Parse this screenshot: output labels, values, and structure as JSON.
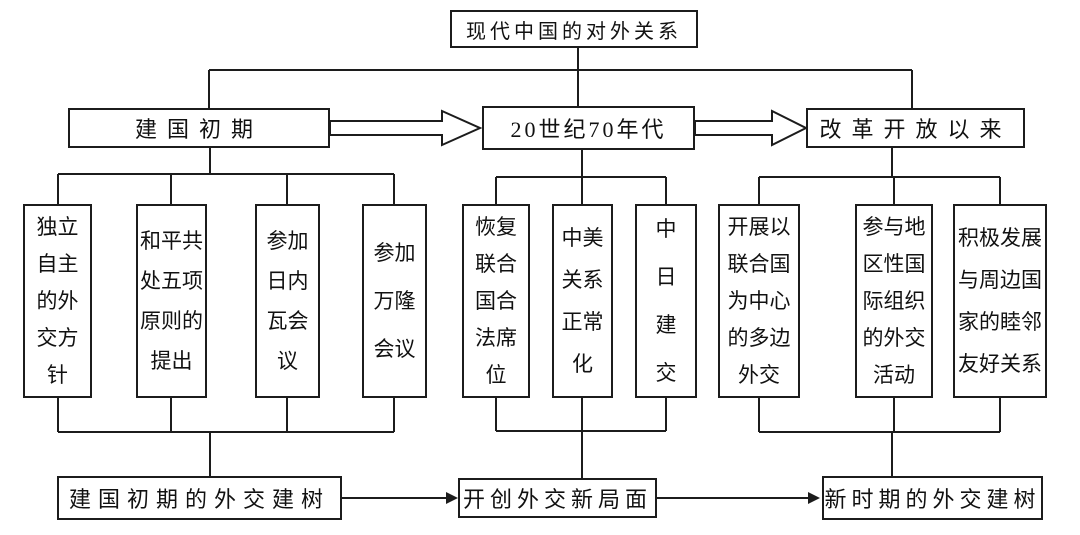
{
  "diagram_title": "现代中国的对外关系",
  "colors": {
    "line": "#1c1c1c",
    "box_background": "#ffffff",
    "text": "#111111",
    "page_background": "#ffffff"
  },
  "root": {
    "label": "现代中国的对外关系"
  },
  "stages": [
    {
      "id": "founding-era",
      "label": "建国初期",
      "items": [
        "独立\n自主\n的外\n交方\n针",
        "和平共\n处五项\n原则的\n提出",
        "参加\n日内\n瓦会\n议",
        "参加\n万隆\n会议"
      ],
      "summary": "建国初期的外交建树"
    },
    {
      "id": "1970s",
      "label": "20世纪70年代",
      "items": [
        "恢复\n联合\n国合\n法席\n位",
        "中美\n关系\n正常\n化",
        "中\n日\n建\n交"
      ],
      "summary": "开创外交新局面"
    },
    {
      "id": "reform-era",
      "label": "改革开放以来",
      "items": [
        "开展以\n联合国\n为中心\n的多边\n外交",
        "参与地\n区性国\n际组织\n的外交\n活动",
        "积极发展\n与周边国\n家的睦邻\n友好关系"
      ],
      "summary": "新时期的外交建树"
    }
  ]
}
